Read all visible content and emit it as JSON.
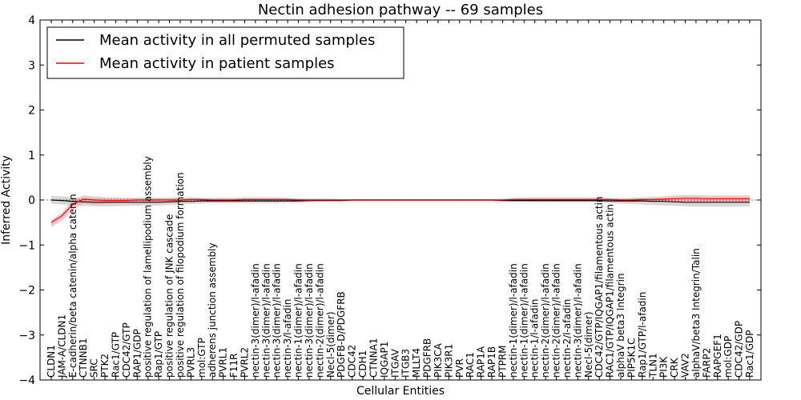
{
  "chart_data": {
    "type": "line",
    "title": "Nectin adhesion pathway -- 69 samples",
    "xlabel": "Cellular Entities",
    "ylabel": "Inferred Activity",
    "ylim": [
      -4,
      4
    ],
    "yticks": [
      -4,
      -3,
      -2,
      -1,
      0,
      1,
      2,
      3,
      4
    ],
    "ytick_labels": [
      "−4",
      "−3",
      "−2",
      "−1",
      "0",
      "1",
      "2",
      "3",
      "4"
    ],
    "grid": false,
    "legend_position": "top-left",
    "categories": [
      "CLDN1",
      "JAM-A/CLDN1",
      "E-cadherin/beta catenin/alpha catenin",
      "CTNNB1",
      "SRC",
      "PTK2",
      "Rac1/GTP",
      "CDC42/GTP",
      "RAP1/GDP",
      "positive regulation of lamellipodium assembly",
      "Rap1/GTP",
      "positive regulation of JNK cascade",
      "positive regulation of filopodium formation",
      "PVRL3",
      "mol:GTP",
      "adherens junction assembly",
      "PVRL1",
      "F11R",
      "PVRL2",
      "nectin-3(dimer)/l-afadin",
      "nectin-3(dimer)/l-afadin",
      "nectin-3(dimer)/l-afadin",
      "nectin-3/l-afadin",
      "nectin-1(dimer)/l-afadin",
      "nectin-3(dimer)/l-afadin",
      "nectin-2(dimer)/l-afadin",
      "Necl-5(dimer)",
      "PDGFB-D/PDGFRB",
      "CDC42",
      "CDH1",
      "CTNNA1",
      "IQGAP1",
      "ITGAV",
      "ITGB3",
      "MLLT4",
      "PDGFRB",
      "PIK3CA",
      "PIK3R1",
      "PVR",
      "RAC1",
      "RAP1A",
      "RAP1B",
      "PTPRM",
      "nectin-1(dimer)/l-afadin",
      "nectin-1(dimer)/l-afadin",
      "nectin-1/l-afadin",
      "nectin-2(dimer)/l-afadin",
      "nectin-2(dimer)/l-afadin",
      "nectin-2/l-afadin",
      "nectin-3(dimer)/l-afadin",
      "Necl-5(dimer)",
      "CDC42/GTP/IQGAP1/filamentous actin",
      "RAC1/GTP/IQGAP1/filamentous actin",
      "alphaV beta3 Integrin",
      "PIP5K1C",
      "Rap1/GTP/l-afadin",
      "TLN1",
      "PI3K",
      "CRK",
      "VAV2",
      "alphaV/beta3 Integrin/Talin",
      "FARP2",
      "RAPGEF1",
      "mol:GDP",
      "CDC42/GDP",
      "Rac1/GDP"
    ],
    "series": [
      {
        "name": "Mean activity in all permuted samples",
        "color": "#000000",
        "band_color": "#c8c8c8",
        "values": [
          0.0,
          -0.01,
          -0.03,
          -0.04,
          -0.05,
          -0.05,
          -0.05,
          -0.05,
          -0.05,
          -0.05,
          -0.05,
          -0.04,
          -0.03,
          -0.03,
          -0.02,
          -0.02,
          -0.02,
          -0.02,
          -0.02,
          -0.02,
          -0.02,
          -0.02,
          -0.02,
          -0.02,
          -0.01,
          -0.01,
          -0.01,
          -0.01,
          0.0,
          0.0,
          0.0,
          0.0,
          0.0,
          0.0,
          0.0,
          0.0,
          0.0,
          0.0,
          0.0,
          0.0,
          0.0,
          0.0,
          -0.01,
          -0.01,
          -0.01,
          -0.01,
          -0.01,
          -0.01,
          -0.01,
          -0.01,
          -0.01,
          -0.01,
          -0.02,
          -0.02,
          -0.02,
          -0.02,
          -0.03,
          -0.03,
          -0.04,
          -0.05,
          -0.05,
          -0.05,
          -0.05,
          -0.05,
          -0.05,
          -0.05
        ],
        "upper": [
          0.09,
          0.08,
          0.06,
          0.05,
          0.04,
          0.04,
          0.04,
          0.04,
          0.04,
          0.04,
          0.04,
          0.04,
          0.04,
          0.04,
          0.03,
          0.03,
          0.03,
          0.03,
          0.03,
          0.03,
          0.03,
          0.03,
          0.03,
          0.02,
          0.02,
          0.02,
          0.02,
          0.01,
          0.01,
          0.01,
          0.01,
          0.01,
          0.01,
          0.01,
          0.01,
          0.01,
          0.01,
          0.01,
          0.01,
          0.01,
          0.01,
          0.01,
          0.02,
          0.02,
          0.02,
          0.02,
          0.02,
          0.02,
          0.02,
          0.02,
          0.02,
          0.02,
          0.03,
          0.03,
          0.03,
          0.03,
          0.03,
          0.04,
          0.04,
          0.04,
          0.04,
          0.04,
          0.04,
          0.04,
          0.04,
          0.04
        ],
        "lower": [
          -0.08,
          -0.1,
          -0.12,
          -0.13,
          -0.14,
          -0.14,
          -0.14,
          -0.13,
          -0.13,
          -0.13,
          -0.12,
          -0.11,
          -0.1,
          -0.09,
          -0.08,
          -0.07,
          -0.07,
          -0.07,
          -0.07,
          -0.07,
          -0.07,
          -0.07,
          -0.06,
          -0.06,
          -0.05,
          -0.04,
          -0.03,
          -0.03,
          -0.02,
          -0.02,
          -0.02,
          -0.02,
          -0.02,
          -0.02,
          -0.02,
          -0.02,
          -0.02,
          -0.02,
          -0.02,
          -0.02,
          -0.02,
          -0.02,
          -0.03,
          -0.04,
          -0.04,
          -0.05,
          -0.05,
          -0.05,
          -0.05,
          -0.05,
          -0.05,
          -0.06,
          -0.07,
          -0.08,
          -0.09,
          -0.1,
          -0.11,
          -0.12,
          -0.13,
          -0.14,
          -0.15,
          -0.15,
          -0.15,
          -0.15,
          -0.15,
          -0.15
        ]
      },
      {
        "name": "Mean activity in patient samples",
        "color": "#ff0000",
        "band_color": "#f4a0a0",
        "values": [
          -0.5,
          -0.35,
          -0.1,
          0.02,
          0.0,
          -0.01,
          -0.01,
          -0.01,
          0.0,
          0.0,
          0.0,
          0.0,
          0.0,
          0.01,
          0.01,
          0.0,
          0.0,
          0.0,
          0.01,
          0.01,
          0.01,
          0.01,
          0.01,
          0.0,
          0.0,
          0.0,
          0.0,
          0.0,
          0.0,
          0.0,
          0.0,
          0.0,
          0.0,
          0.0,
          0.0,
          0.0,
          0.0,
          0.0,
          0.0,
          0.0,
          0.0,
          0.0,
          0.0,
          0.01,
          0.01,
          0.01,
          0.01,
          0.01,
          0.01,
          0.01,
          0.01,
          0.01,
          0.01,
          0.0,
          0.0,
          0.01,
          0.01,
          0.02,
          0.03,
          0.04,
          0.04,
          0.03,
          0.03,
          0.03,
          0.03,
          0.03
        ],
        "upper": [
          -0.45,
          -0.28,
          0.0,
          0.1,
          0.08,
          0.06,
          0.05,
          0.05,
          0.05,
          0.05,
          0.05,
          0.05,
          0.06,
          0.06,
          0.05,
          0.05,
          0.05,
          0.05,
          0.06,
          0.06,
          0.06,
          0.06,
          0.05,
          0.04,
          0.03,
          0.03,
          0.03,
          0.02,
          0.02,
          0.02,
          0.02,
          0.02,
          0.02,
          0.02,
          0.02,
          0.02,
          0.02,
          0.02,
          0.02,
          0.02,
          0.02,
          0.02,
          0.03,
          0.05,
          0.06,
          0.06,
          0.06,
          0.06,
          0.06,
          0.06,
          0.06,
          0.06,
          0.05,
          0.04,
          0.05,
          0.06,
          0.07,
          0.08,
          0.1,
          0.11,
          0.11,
          0.1,
          0.1,
          0.1,
          0.1,
          0.1
        ],
        "lower": [
          -0.6,
          -0.45,
          -0.2,
          -0.08,
          -0.1,
          -0.08,
          -0.07,
          -0.06,
          -0.06,
          -0.06,
          -0.06,
          -0.06,
          -0.05,
          -0.04,
          -0.04,
          -0.05,
          -0.05,
          -0.05,
          -0.04,
          -0.04,
          -0.04,
          -0.04,
          -0.03,
          -0.03,
          -0.02,
          -0.02,
          -0.02,
          -0.02,
          -0.02,
          -0.02,
          -0.02,
          -0.02,
          -0.02,
          -0.02,
          -0.02,
          -0.02,
          -0.02,
          -0.02,
          -0.02,
          -0.02,
          -0.02,
          -0.02,
          -0.03,
          -0.04,
          -0.04,
          -0.04,
          -0.04,
          -0.04,
          -0.04,
          -0.04,
          -0.04,
          -0.04,
          -0.04,
          -0.05,
          -0.05,
          -0.04,
          -0.04,
          -0.04,
          -0.04,
          -0.03,
          -0.03,
          -0.04,
          -0.04,
          -0.04,
          -0.04,
          -0.04
        ]
      }
    ]
  }
}
